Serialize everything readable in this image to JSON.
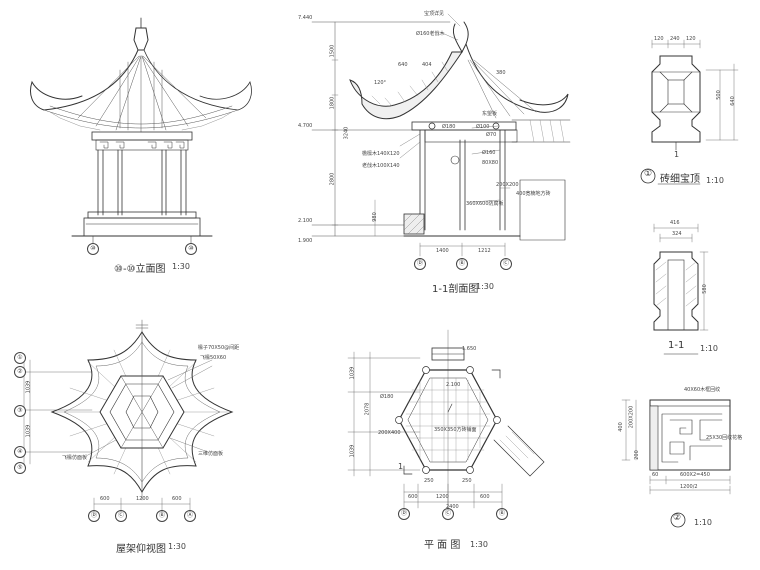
{
  "views": {
    "elevation": {
      "title": "⑩-⑩立面图",
      "scale": "1:30",
      "axes": [
        "⑩",
        "⑩"
      ]
    },
    "section": {
      "title": "1-1剖面图",
      "scale": "1:30",
      "axes": [
        "Ⓓ",
        "Ⓑ",
        "Ⓒ"
      ],
      "levels": [
        "7.440",
        "4.700",
        "2.100",
        "1.900"
      ],
      "dims": [
        "640",
        "404",
        "380",
        "1500",
        "1800",
        "2800",
        "980",
        "3240",
        "1400",
        "1212"
      ],
      "notes": [
        "宝顶详见",
        "Ø160老戗木",
        "东望板",
        "Ø100",
        "Ø70",
        "檐檩木140X120",
        "老戗木100X140",
        "Ø160",
        "80X80",
        "200X200",
        "400宽楠地方砖",
        "Ø180",
        "360X600防腐板"
      ],
      "angle": "120°"
    },
    "roof_plan": {
      "title": "屋架仰视图",
      "scale": "1:30",
      "axes_bottom": [
        "Ⓓ",
        "Ⓒ",
        "Ⓑ",
        "Ⓐ"
      ],
      "axes_left": [
        "①",
        "②",
        "③",
        "④",
        "⑤"
      ],
      "dims_bottom": [
        "600",
        "1200",
        "600"
      ],
      "dims_left": [
        "1039",
        "1039"
      ],
      "notes": [
        "椽子70X50@间距",
        "飞椽50X60",
        "三维仿面板",
        "飞椽仿面板"
      ]
    },
    "floor_plan": {
      "title": "平 面 图",
      "scale": "1:30",
      "axes": [
        "Ⓓ",
        "Ⓒ",
        "Ⓑ"
      ],
      "dims_bottom": [
        "600",
        "1200",
        "600",
        "2400",
        "250",
        "250"
      ],
      "dims_left": [
        "1039",
        "2078",
        "1039"
      ],
      "notes": [
        "1.650",
        "2.100",
        "Ø180",
        "200X400",
        "350X350方砖铺面"
      ],
      "section_mark": "1"
    },
    "finial": {
      "number": "①",
      "title": "砖细宝顶",
      "scale": "1:10",
      "dims": [
        "120",
        "240",
        "120",
        "500",
        "640",
        "1"
      ]
    },
    "finial_section": {
      "title": "1-1",
      "scale": "1:10",
      "dims": [
        "416",
        "324",
        "580"
      ]
    },
    "railing": {
      "number": "②",
      "scale": "1:10",
      "dims": [
        "400",
        "200X200",
        "60",
        "200",
        "600X2=450",
        "1200/2"
      ],
      "notes": [
        "40X60木框回纹",
        "25X30回纹花格"
      ]
    }
  },
  "colors": {
    "ink": "#333333",
    "hatch": "#777777",
    "paper": "#ffffff"
  }
}
